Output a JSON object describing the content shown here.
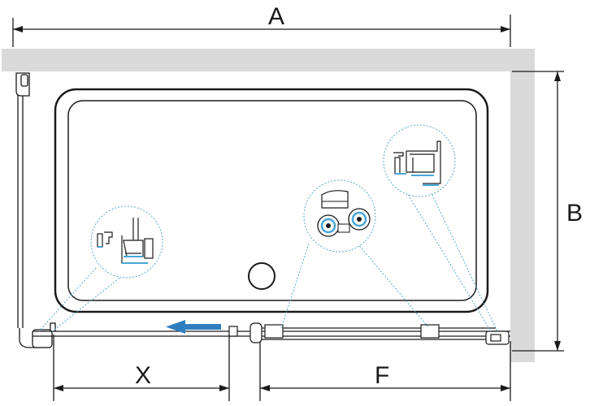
{
  "dimensions": {
    "width_label": "A",
    "height_label": "B",
    "opening_label": "X",
    "fixed_panel_label": "F"
  },
  "colors": {
    "wall": "#dadada",
    "line": "#1a1a1a",
    "blue": "#4aa6d6",
    "dotted": "#5aa9c9",
    "arrow": "#2f7fc0",
    "bubble": "#ffffff"
  },
  "icons": {
    "arrow": "sliding-direction-arrow-icon",
    "roller": "roller-wheel-icon",
    "profile": "profile-section-icon",
    "drain": "drain-icon"
  }
}
